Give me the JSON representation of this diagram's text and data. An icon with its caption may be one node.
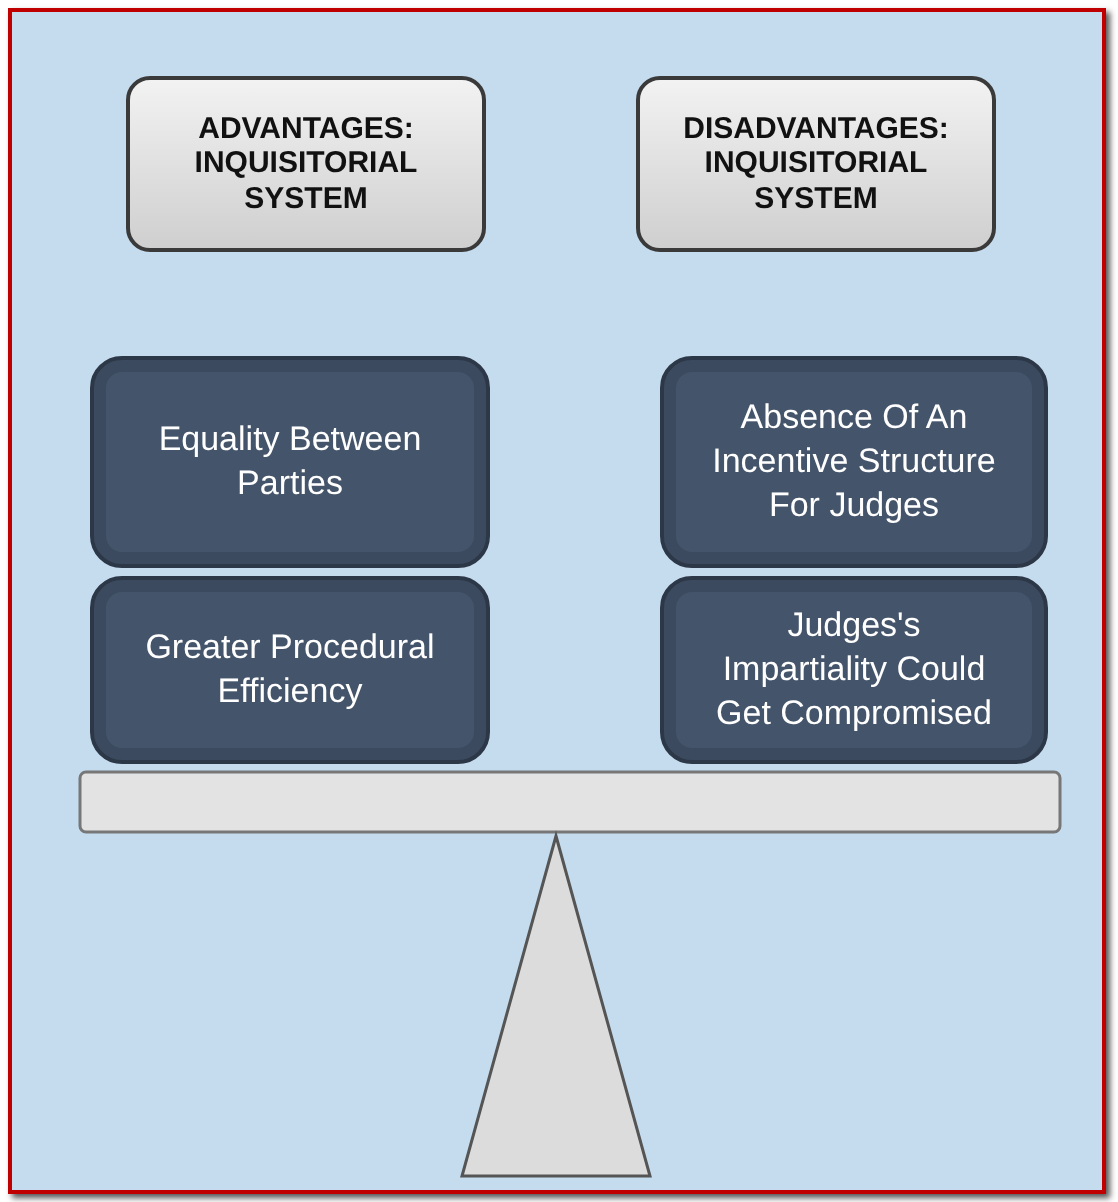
{
  "diagram": {
    "nodes": [
      {
        "text": [
          "ADVANTAGES: INQUISITORIAL SYSTEM"
        ]
      },
      {
        "text": [
          "DISADVANTAGES: INQUISITORIAL SYSTEM"
        ]
      },
      {
        "text": [
          "Equality Between Parties"
        ]
      },
      {
        "text": [
          "Greater Procedural Efficiency"
        ]
      },
      {
        "text": [
          "Absence Of An Incentive Structure For Judges"
        ]
      },
      {
        "text": [
          "Judges's Impartiality Could Get Compromised"
        ]
      }
    ]
  }
}
